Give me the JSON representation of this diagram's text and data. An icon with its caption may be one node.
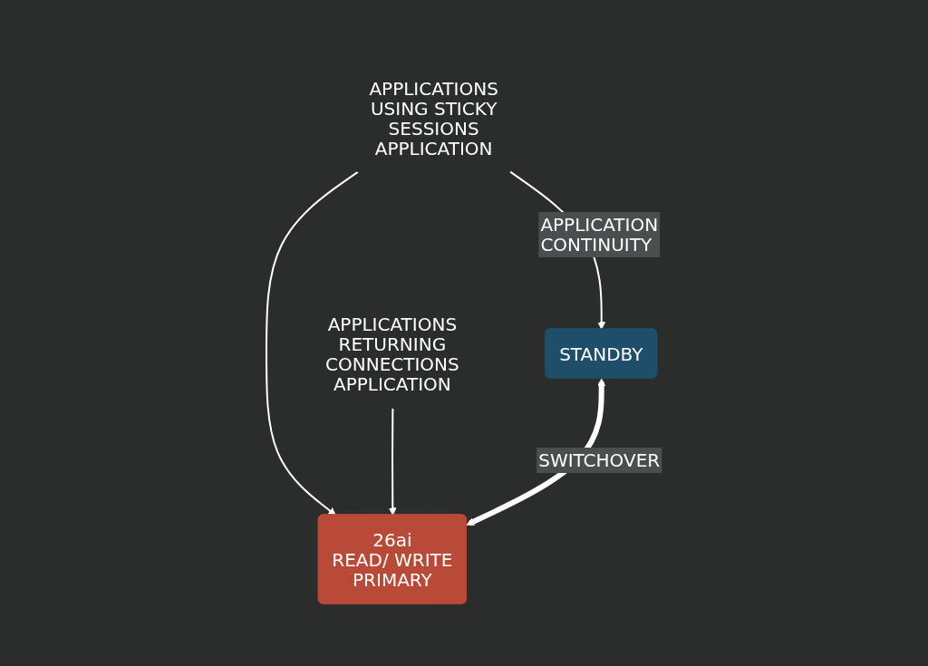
{
  "diagram": {
    "nodes": [
      {
        "text": [
          "APPLICATIONS USING STICKY SESSIONS",
          "APPLICATION"
        ]
      },
      {
        "text": [
          "APPLICATIONS RETURNING CONNECTIONS",
          "APPLICATION"
        ]
      },
      {
        "text": [
          "STANDBY"
        ]
      },
      {
        "text": [
          "26ai",
          "READ/ WRITE",
          "PRIMARY"
        ]
      }
    ],
    "edges": [
      {
        "from": 0,
        "to": 2,
        "arrow": "to",
        "label": "APPLICATION CONTINUITY"
      },
      {
        "from": 0,
        "to": 3,
        "arrow": "to"
      },
      {
        "from": 1,
        "to": 3,
        "arrow": "to"
      },
      {
        "from": 2,
        "to": 3,
        "arrow": "both",
        "label": "SWITCHOVER",
        "style": "thick"
      }
    ]
  }
}
